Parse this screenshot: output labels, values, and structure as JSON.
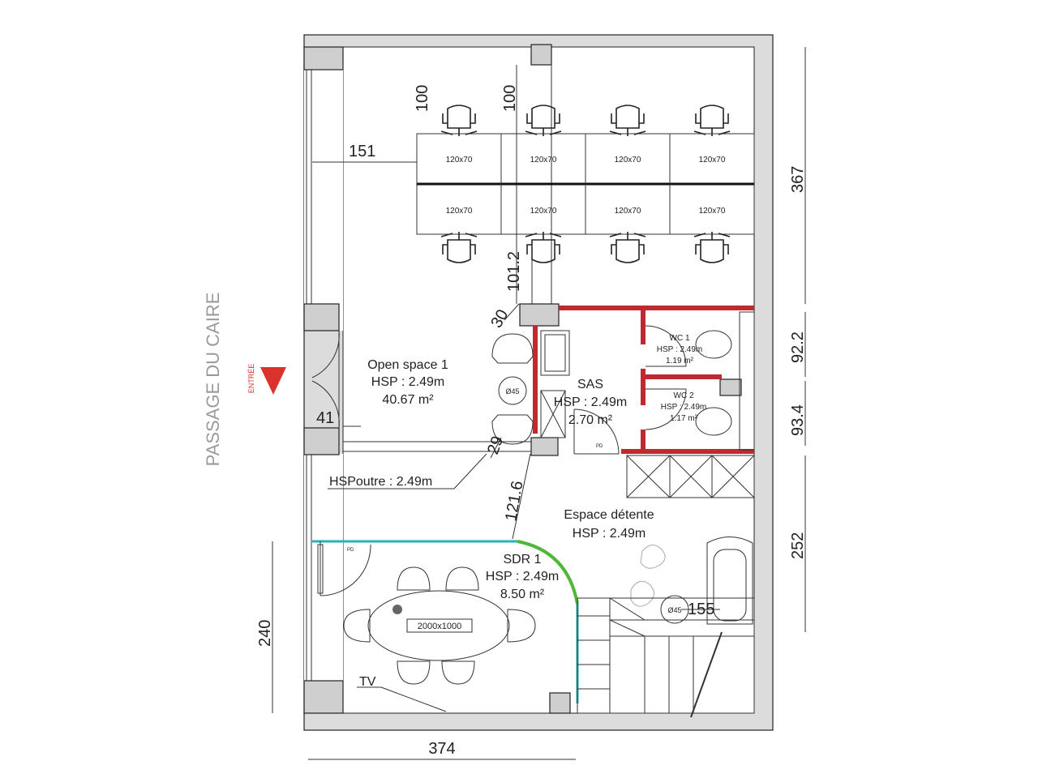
{
  "colors": {
    "partition": "#c0292f",
    "glass_wall": "#2ab0b8",
    "curved_glass": "#4fb83a",
    "entry_marker": "#d9332b",
    "street_label": "#9a9a9a"
  },
  "street": {
    "name": "PASSAGE DU CAIRE",
    "entry": "ENTRÉE"
  },
  "rooms": {
    "open_space": {
      "name": "Open space 1",
      "hsp": "HSP : 2.49m",
      "area": "40.67 m²"
    },
    "sas": {
      "name": "SAS",
      "hsp": "HSP : 2.49m",
      "area": "2.70 m²"
    },
    "wc1": {
      "name": "WC 1",
      "hsp": "HSP : 2.49m",
      "area": "1.19 m²"
    },
    "wc2": {
      "name": "WC 2",
      "hsp": "HSP : 2.49m",
      "area": "1.17 m²"
    },
    "detente": {
      "name": "Espace détente",
      "hsp": "HSP : 2.49m"
    },
    "sdr": {
      "name": "SDR 1",
      "hsp": "HSP : 2.49m",
      "area": "8.50 m²"
    }
  },
  "annotations": {
    "hspoutre": "HSPoutre : 2.49m",
    "tv": "TV",
    "table": "2000x1000",
    "round_table": "Ø45",
    "door_tag": "PD",
    "door_tag_sdr": "PD"
  },
  "desks": {
    "label": "120x70",
    "count": 8
  },
  "dimensions": {
    "d_100a": "100",
    "d_100b": "100",
    "d_151": "151",
    "d_367": "367",
    "d_101_2": "101.2",
    "d_30": "30",
    "d_92_2": "92.2",
    "d_93_4": "93.4",
    "d_41": "41",
    "d_29": "29",
    "d_121_6": "121.6",
    "d_252": "252",
    "d_155": "155",
    "d_240": "240",
    "d_374": "374"
  }
}
